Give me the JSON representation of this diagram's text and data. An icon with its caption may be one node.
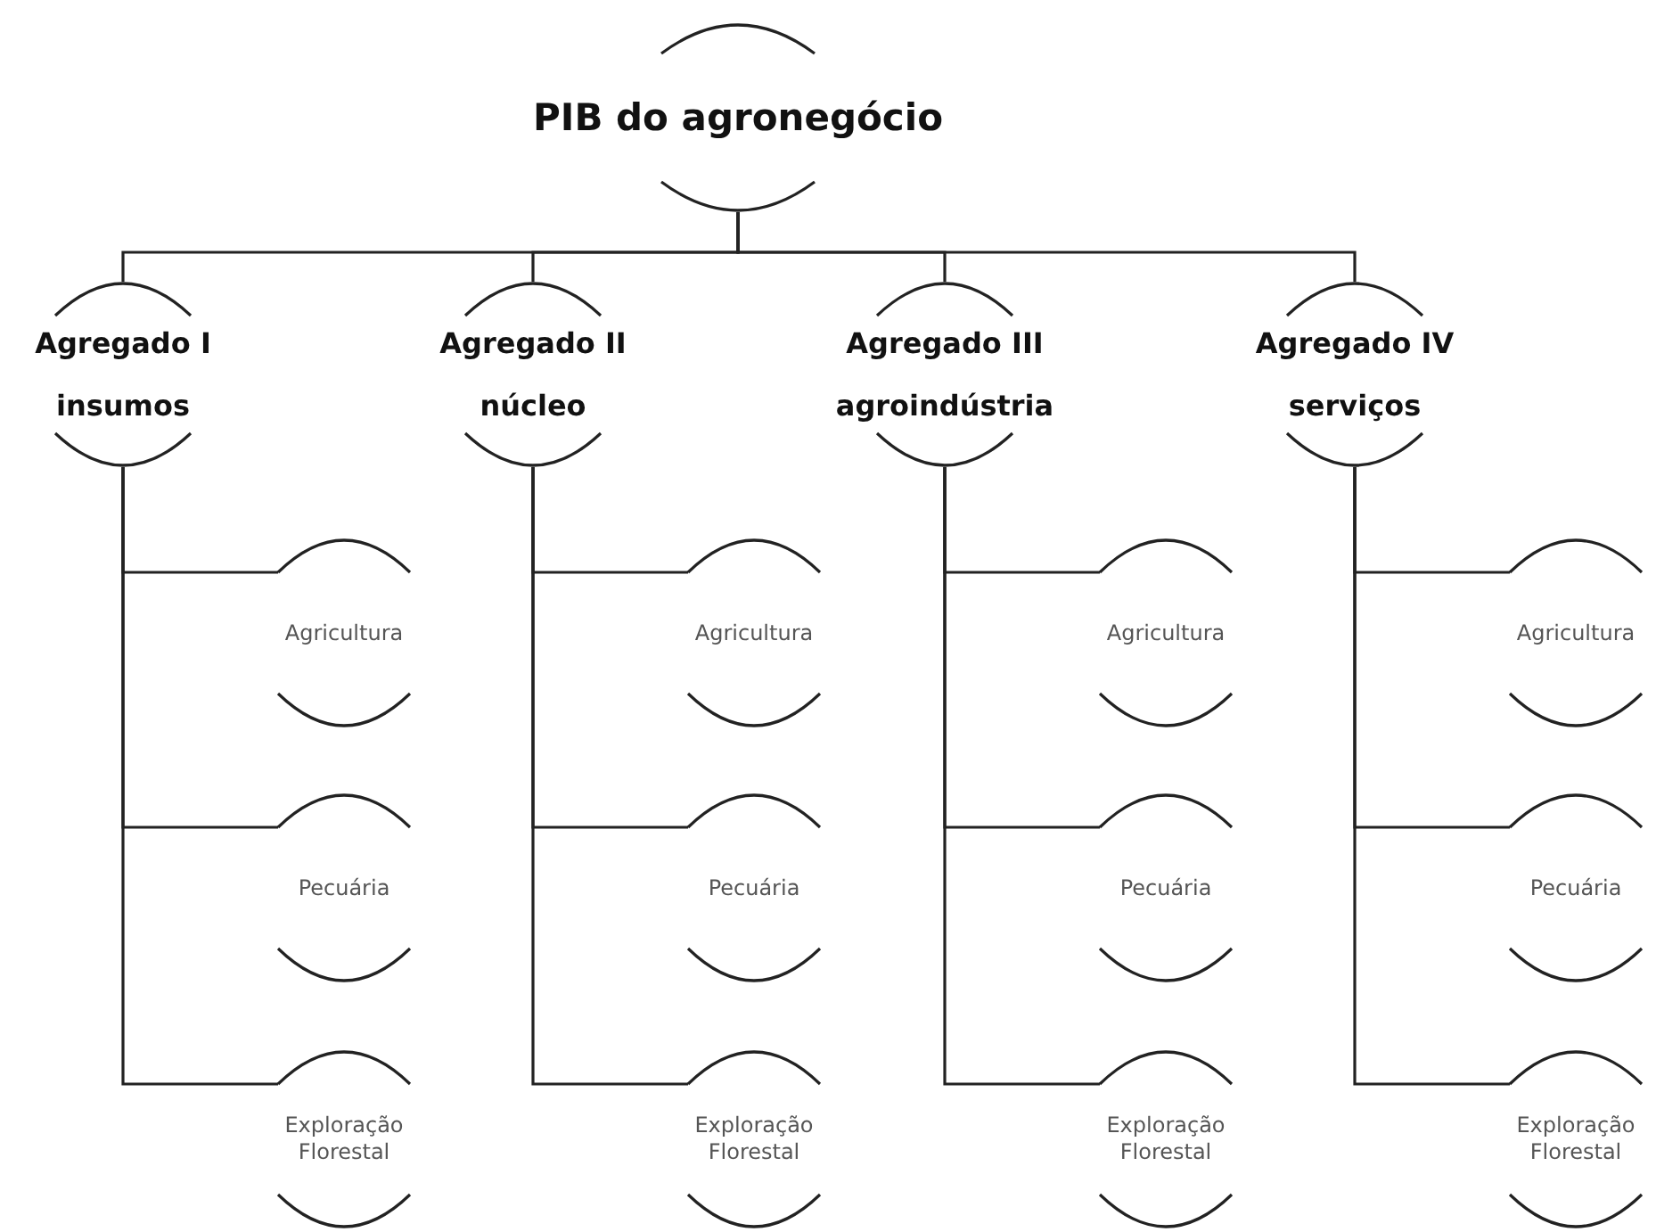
{
  "diagram": {
    "nodes": [
      {
        "text": [
          "PIB do agronegócio"
        ]
      },
      {
        "text": [
          "Agregado I insumos"
        ]
      },
      {
        "text": [
          "Agregado II núcleo"
        ]
      },
      {
        "text": [
          "Agregado III agroindústria"
        ]
      },
      {
        "text": [
          "Agregado IV serviços"
        ]
      },
      {
        "text": [
          "Agricultura"
        ]
      },
      {
        "text": [
          "Pecuária"
        ]
      },
      {
        "text": [
          "Exploração Florestal"
        ]
      },
      {
        "text": [
          "Agricultura"
        ]
      },
      {
        "text": [
          "Pecuária"
        ]
      },
      {
        "text": [
          "Exploração Florestal"
        ]
      },
      {
        "text": [
          "Agricultura"
        ]
      },
      {
        "text": [
          "Pecuária"
        ]
      },
      {
        "text": [
          "Exploração Florestal"
        ]
      },
      {
        "text": [
          "Agricultura"
        ]
      },
      {
        "text": [
          "Pecuária"
        ]
      },
      {
        "text": [
          "Exploração Florestal"
        ]
      }
    ],
    "edges": [
      {
        "from": 0,
        "to": 1,
        "arrow": "none"
      },
      {
        "from": 0,
        "to": 2,
        "arrow": "none"
      },
      {
        "from": 0,
        "to": 3,
        "arrow": "none"
      },
      {
        "from": 0,
        "to": 4,
        "arrow": "none"
      },
      {
        "from": 1,
        "to": 5,
        "arrow": "none"
      },
      {
        "from": 1,
        "to": 6,
        "arrow": "none"
      },
      {
        "from": 1,
        "to": 7,
        "arrow": "none"
      },
      {
        "from": 2,
        "to": 8,
        "arrow": "none"
      },
      {
        "from": 2,
        "to": 9,
        "arrow": "none"
      },
      {
        "from": 2,
        "to": 10,
        "arrow": "none"
      },
      {
        "from": 3,
        "to": 11,
        "arrow": "none"
      },
      {
        "from": 3,
        "to": 12,
        "arrow": "none"
      },
      {
        "from": 3,
        "to": 13,
        "arrow": "none"
      },
      {
        "from": 4,
        "to": 14,
        "arrow": "none"
      },
      {
        "from": 4,
        "to": 15,
        "arrow": "none"
      },
      {
        "from": 4,
        "to": 16,
        "arrow": "none"
      }
    ]
  }
}
